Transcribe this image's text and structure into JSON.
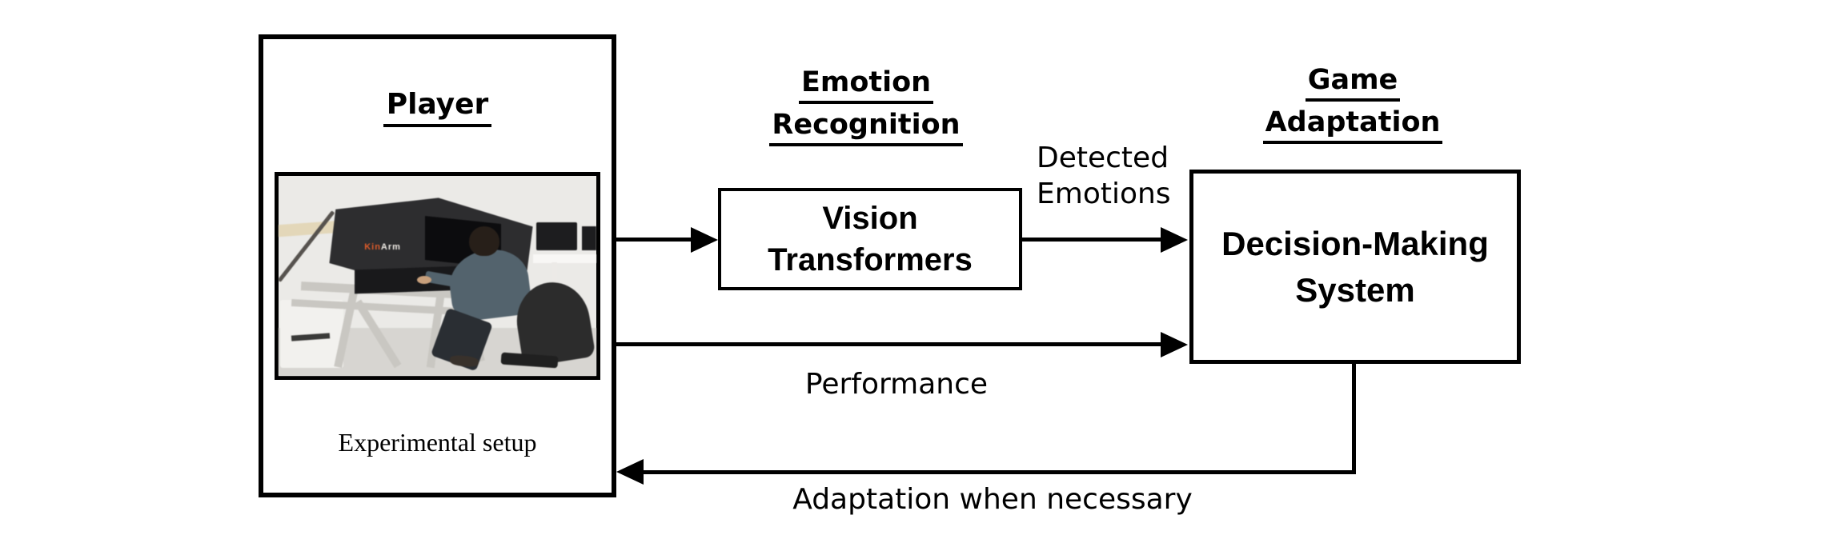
{
  "player": {
    "title": "Player",
    "caption": "Experimental setup",
    "photo": {
      "logo_kin": "Kin",
      "logo_arm": "Arm"
    }
  },
  "emotion_recognition": {
    "heading": [
      "Emotion",
      "Recognition"
    ],
    "box": [
      "Vision",
      "Transformers"
    ]
  },
  "game_adaptation": {
    "heading": [
      "Game",
      "Adaptation"
    ],
    "box": [
      "Decision-Making",
      "System"
    ]
  },
  "edges": {
    "detected": [
      "Detected",
      "Emotions"
    ],
    "performance": "Performance",
    "adaptation": "Adaptation when necessary"
  },
  "colors": {
    "ink": "#000000",
    "background": "#ffffff",
    "machine": "#2d2d2f",
    "shirt": "#53636d",
    "wall_stripe": "#e3d7b9",
    "logo_orange": "#e05c2a"
  }
}
